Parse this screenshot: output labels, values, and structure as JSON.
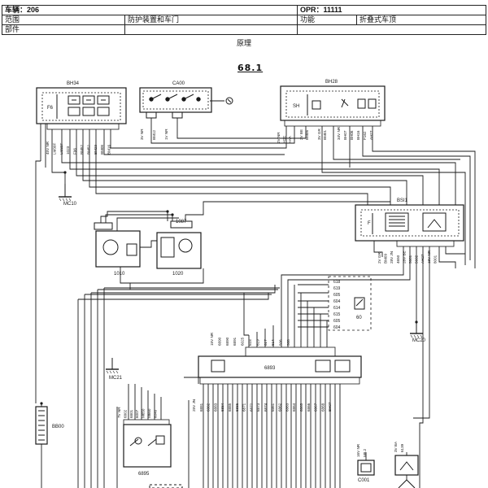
{
  "header": {
    "vehicle_label": "车辆：206",
    "opr_label": "OPR：11111",
    "range_label": "范围",
    "range_value": "防护装置和车门",
    "function_label": "功能",
    "function_value": "折叠式车顶",
    "part_label": "部件"
  },
  "caption": "原理",
  "page_number": "68.1",
  "components": {
    "bh34": "BH34",
    "ca00": "CA00",
    "bh28": "BH28",
    "bsi1": "BSI1",
    "c1010": "1010",
    "c1020": "1020",
    "c1087": "1087",
    "c6893": "6893",
    "c6895": "6895",
    "bb00": "BB00",
    "c001": "C001",
    "c6139": "6139",
    "mc10": "MC10",
    "mc20": "MC20",
    "mc21": "MC21",
    "bsi_inner": "F",
    "bh34_fuse": "F6",
    "bh28_inner": "SH",
    "box60": "60"
  },
  "wire_labels": {
    "bh34_wires": [
      "45V NR",
      "LM30F",
      "LM30F",
      "1023",
      "F96",
      "BM52",
      "BM52",
      "BM29",
      "BM08",
      "BM16"
    ],
    "ca00_wires": [
      "3V NR",
      "BM12",
      "1V NR"
    ],
    "bh28_left_wires": [
      "2V NR",
      "+CC",
      "+AA"
    ],
    "bh28_mid_wires": [
      "2V BE",
      "BM06"
    ],
    "bh28_right_wires": [
      "3V GR",
      "BM01"
    ],
    "bh28_far_wires": [
      "34V NR",
      "BH07",
      "BH06",
      "BH16",
      "F162",
      "AH27"
    ],
    "bsi_wires": [
      "2V GR",
      "BM09",
      "28V JN",
      "4650",
      "28V BE",
      "5601",
      "5602",
      "AH27",
      "16V NR",
      "8001"
    ],
    "box60_list": [
      "618",
      "619",
      "605",
      "604",
      "614",
      "615",
      "605",
      "604"
    ],
    "c6893_top": [
      "15V NR",
      "6890",
      "6890",
      "6891",
      "6025",
      "618",
      "619",
      "617",
      "514",
      "506",
      "508"
    ],
    "c6893_bottom": [
      "25V JN",
      "6881",
      "6882",
      "6883",
      "6884",
      "6885",
      "6886",
      "6871",
      "6872",
      "6873",
      "6874",
      "6861",
      "6862",
      "6863",
      "6864",
      "6865",
      "6866",
      "6867",
      "6868",
      "BH07"
    ],
    "c6895_wires": [
      "7V NR",
      "6802",
      "6801",
      "6007",
      "M650",
      "M660",
      "6040"
    ],
    "c001_wires": [
      "16V NR",
      "M8.2"
    ],
    "c6139_wires": [
      "3V BA",
      "6139"
    ]
  }
}
